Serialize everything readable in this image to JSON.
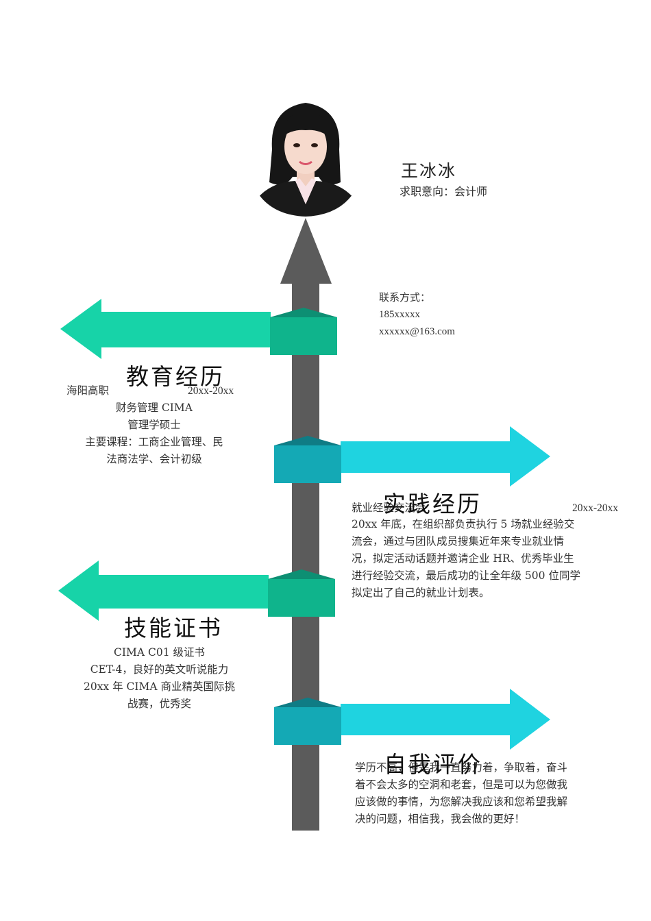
{
  "profile": {
    "name": "王冰冰",
    "intent_label": "求职意向：",
    "intent_value": "会计师",
    "avatar_icon": "person-photo"
  },
  "contact": {
    "label": "联系方式：",
    "phone": "185xxxxx",
    "email": "xxxxxx@163.com"
  },
  "education": {
    "title": "教育经历",
    "school": "海阳高职",
    "period": "20xx-20xx",
    "major": "财务管理 CIMA",
    "degree": "管理学硕士",
    "courses_1": "主要课程：工商企业管理、民",
    "courses_2": "法商法学、会计初级"
  },
  "practice": {
    "title": "实践经历",
    "event": "就业经验交流会",
    "period": "20xx-20xx",
    "lines": [
      "20xx 年底，在组织部负责执行 5 场就业经验交",
      "流会，通过与团队成员搜集近年来专业就业情",
      "况，拟定活动话题并邀请企业 HR、优秀毕业生",
      "进行经验交流，最后成功的让全年级 500 位同学",
      "拟定出了自己的就业计划表。"
    ]
  },
  "skills": {
    "title": "技能证书",
    "lines": [
      "CIMA C01 级证书",
      "CET-4，良好的英文听说能力",
      "20xx 年 CIMA 商业精英国际挑",
      "战赛，优秀奖"
    ]
  },
  "self_eval": {
    "title": "自我评价",
    "lines": [
      "学历不高，但是我一直努力着，争取着，奋斗",
      "着不会太多的空洞和老套，但是可以为您做我",
      "应该做的事情，为您解决我应该和您希望我解",
      "决的问题，相信我，我会做的更好！"
    ]
  },
  "colors": {
    "trunk": "#5b5b5b",
    "green": "#17d3a8",
    "green_dark": "#0fb48c",
    "cyan": "#1fd3e0",
    "cyan_dark": "#14a9b5"
  }
}
